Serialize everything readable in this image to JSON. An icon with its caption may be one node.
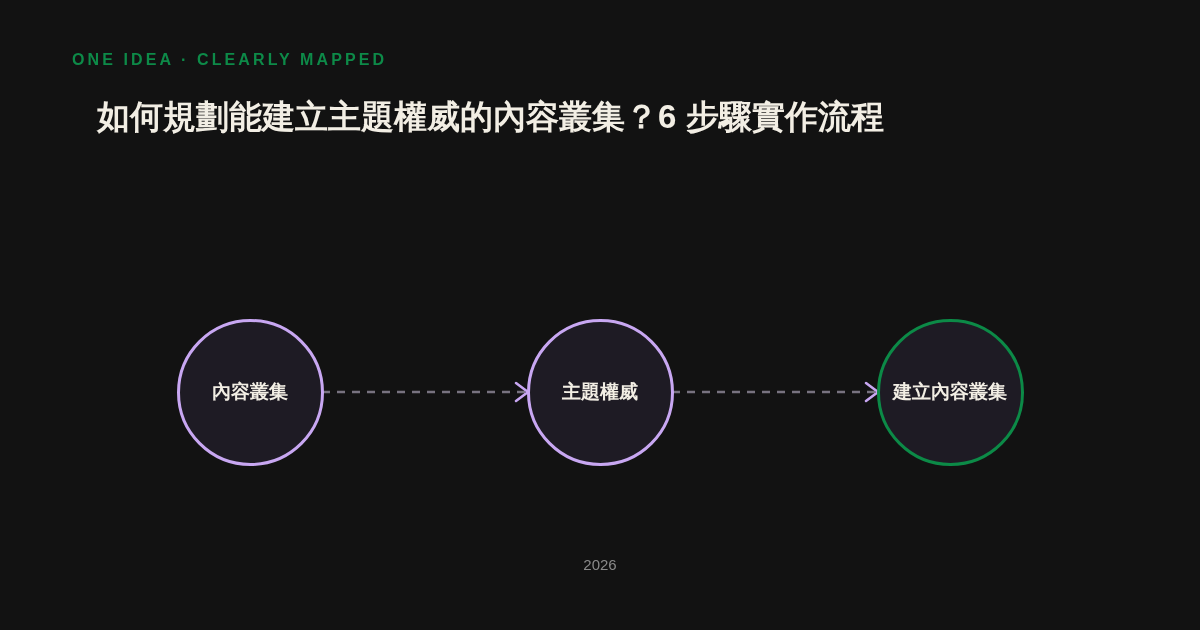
{
  "diagram": {
    "title": "如何規劃能建立主題權威的內容叢集？6 步驟實作流程",
    "nodes": [
      {
        "text": [
          "內容叢集"
        ]
      },
      {
        "text": [
          "主題權威"
        ]
      },
      {
        "text": [
          "建立內容叢集"
        ]
      }
    ],
    "edges": [
      {
        "from": 0,
        "to": 1,
        "arrow": "to",
        "style": "dashed"
      },
      {
        "from": 1,
        "to": 2,
        "arrow": "to",
        "style": "dashed"
      }
    ],
    "labels": [
      "ONE IDEA · CLEARLY MAPPED",
      "2026"
    ]
  }
}
